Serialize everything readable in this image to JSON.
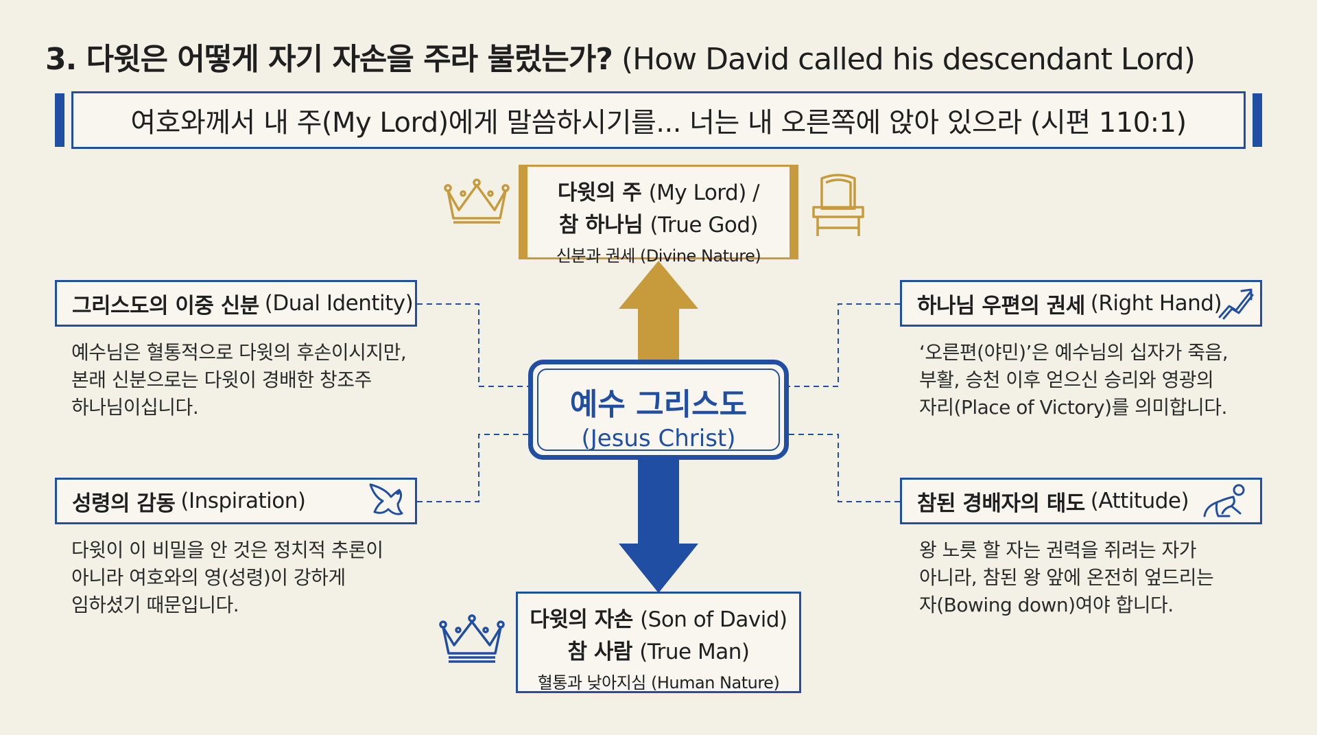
{
  "title": {
    "ko": "3. 다윗은 어떻게 자기 자손을 주라 불렀는가?",
    "en": "(How David called his descendant Lord)"
  },
  "verse": "여호와께서 내 주(My Lord)에게 말씀하시기를... 너는 내 오른쪽에 앉아 있으라 (시편 110:1)",
  "top_box": {
    "line1_ko": "다윗의 주",
    "line1_en": "(My Lord) /",
    "line2_ko": "참 하나님",
    "line2_en": "(True God)",
    "line3": "신분과 권세 (Divine Nature)"
  },
  "center": {
    "ko": "예수 그리스도",
    "en": "(Jesus Christ)"
  },
  "bottom_box": {
    "line1_ko": "다윗의 자손",
    "line1_en": "(Son of David)",
    "line2_ko": "참 사람",
    "line2_en": "(True Man)",
    "line3": "혈통과 낮아지심 (Human Nature)"
  },
  "left_top": {
    "title_ko": "그리스도의 이중 신분",
    "title_en": "(Dual Identity)",
    "desc": [
      "예수님은 혈통적으로 다윗의 후손이시지만,",
      "본래 신분으로는 다윗이 경배한 창조주",
      "하나님이십니다."
    ]
  },
  "left_bottom": {
    "title_ko": "성령의 감동",
    "title_en": "(Inspiration)",
    "desc": [
      "다윗이 이 비밀을 안 것은 정치적 추론이",
      "아니라 여호와의 영(성령)이 강하게",
      "임하셨기 때문입니다."
    ]
  },
  "right_top": {
    "title_ko": "하나님 우편의 권세",
    "title_en": "(Right Hand)",
    "desc": [
      "‘오른편(야민)’은 예수님의 십자가 죽음,",
      "부활, 승천 이후 얻으신 승리와 영광의",
      "자리(Place of Victory)를 의미합니다."
    ]
  },
  "right_bottom": {
    "title_ko": "참된 경배자의 태도",
    "title_en": "(Attitude)",
    "desc": [
      "왕 노릇 할 자는 권력을 쥐려는 자가",
      "아니라, 참된 왕 앞에 온전히 엎드리는",
      "자(Bowing down)여야 합니다."
    ]
  },
  "icons": {
    "top_left": "crown-icon",
    "top_right": "throne-icon",
    "bottom_left": "crown-icon",
    "inspiration": "dove-icon",
    "right_hand": "rising-arrow-icon",
    "attitude": "kneeling-person-icon"
  },
  "colors": {
    "blue": "#1f4ea3",
    "gold": "#c79a3c",
    "background": "#f3f0e6"
  }
}
